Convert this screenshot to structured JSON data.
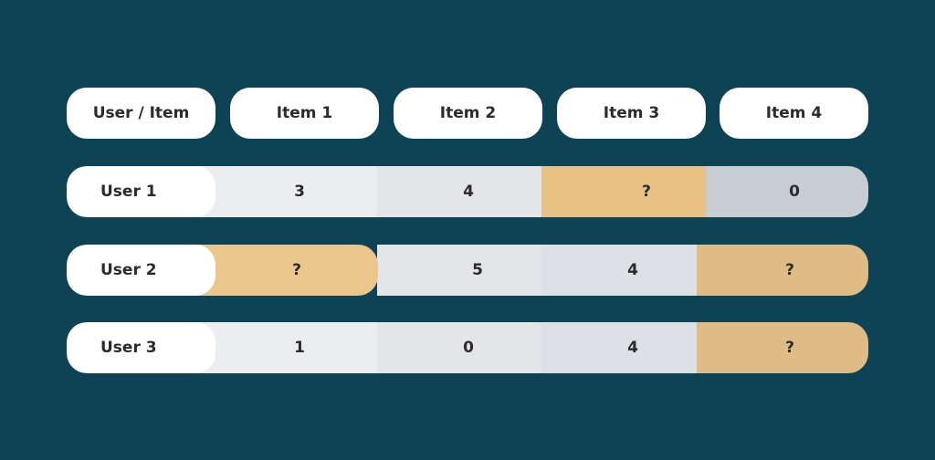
{
  "header": {
    "corner": "User / Item",
    "items": [
      "Item 1",
      "Item 2",
      "Item 3",
      "Item 4"
    ]
  },
  "rows": [
    {
      "user": "User 1",
      "values": [
        "3",
        "4",
        "?",
        "0"
      ]
    },
    {
      "user": "User 2",
      "values": [
        "?",
        "5",
        "4",
        "?"
      ]
    },
    {
      "user": "User 3",
      "values": [
        "1",
        "0",
        "4",
        "?"
      ]
    }
  ],
  "colors": {
    "background": "#0e4255",
    "known_cell": "#e3e5e9",
    "unknown_cell": "#e8c187",
    "label_pill": "#ffffff"
  }
}
